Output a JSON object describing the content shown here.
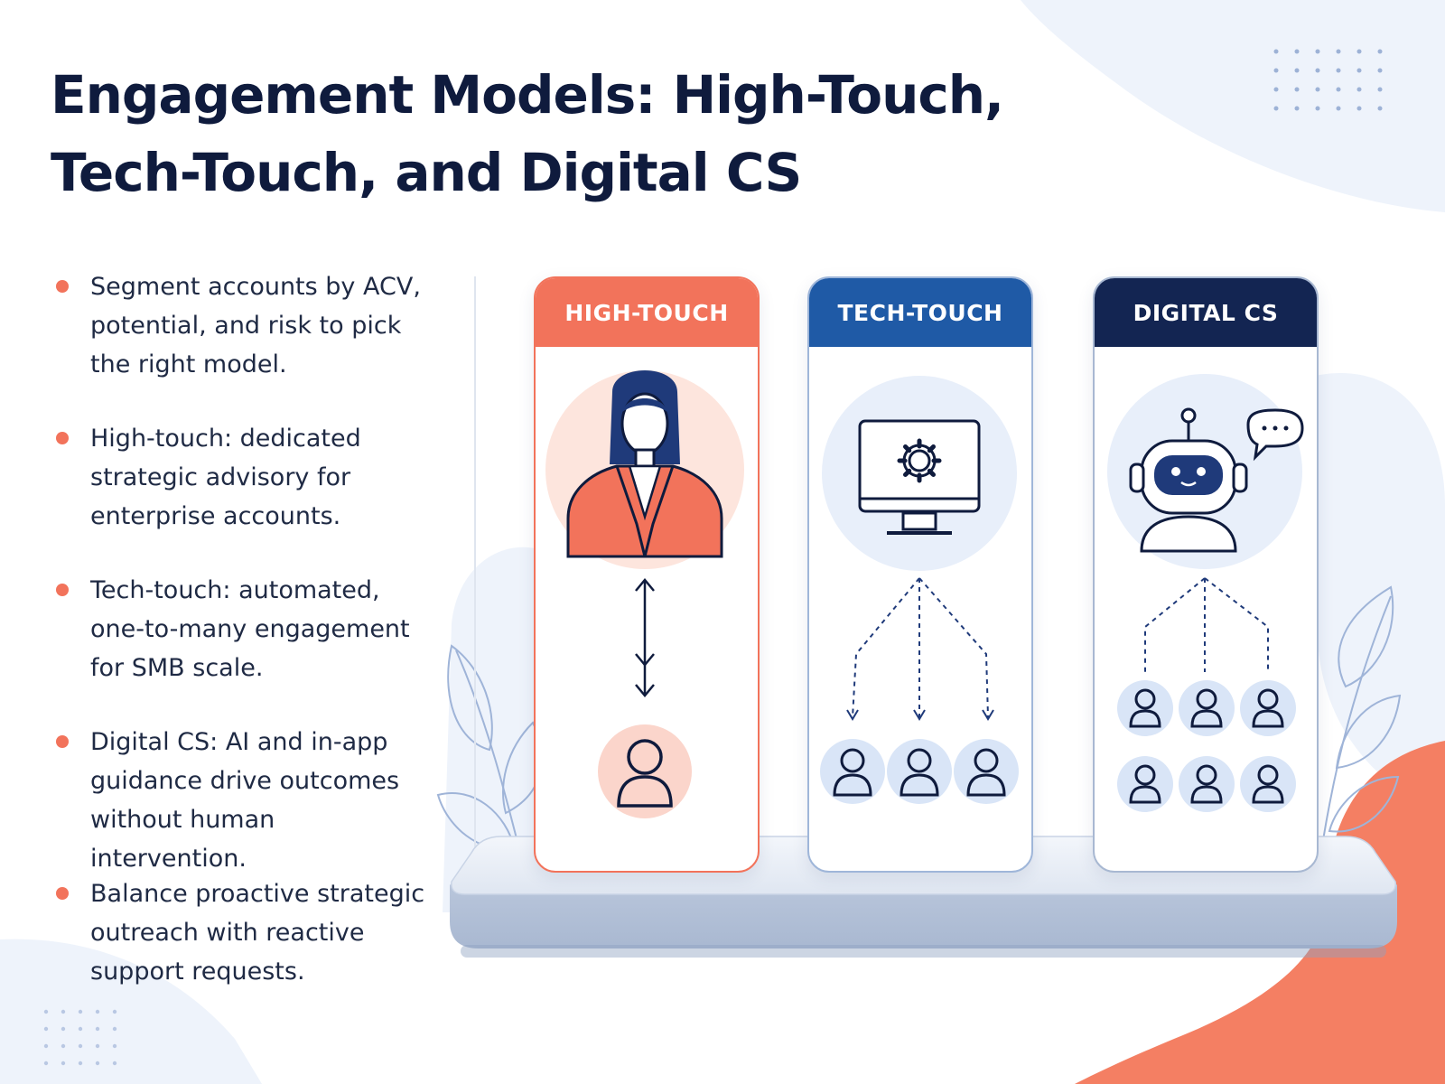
{
  "title": "Engagement Models: High-Touch, Tech-Touch, and Digital CS",
  "bullets": [
    "Segment accounts by ACV, potential, and risk to pick the right model.",
    "High-touch: dedicated strategic advisory for enterprise accounts.",
    "Tech-touch: automated, one-to-many engagement for SMB scale.",
    "Digital CS: AI and in-app guidance drive outcomes without human intervention.",
    "Balance proactive strategic outreach with reactive support requests."
  ],
  "columns": [
    {
      "label": "HIGH-TOUCH",
      "color": "#f2735b",
      "icon": "business-woman-icon"
    },
    {
      "label": "TECH-TOUCH",
      "color": "#1f5aa6",
      "icon": "monitor-gear-icon"
    },
    {
      "label": "DIGITAL CS",
      "color": "#132552",
      "icon": "robot-chat-icon"
    }
  ],
  "colors": {
    "navy": "#0f1b3d",
    "coral": "#f2735b",
    "blue": "#1f5aa6",
    "dark_navy": "#132552",
    "pale_blue": "#e8effa"
  }
}
